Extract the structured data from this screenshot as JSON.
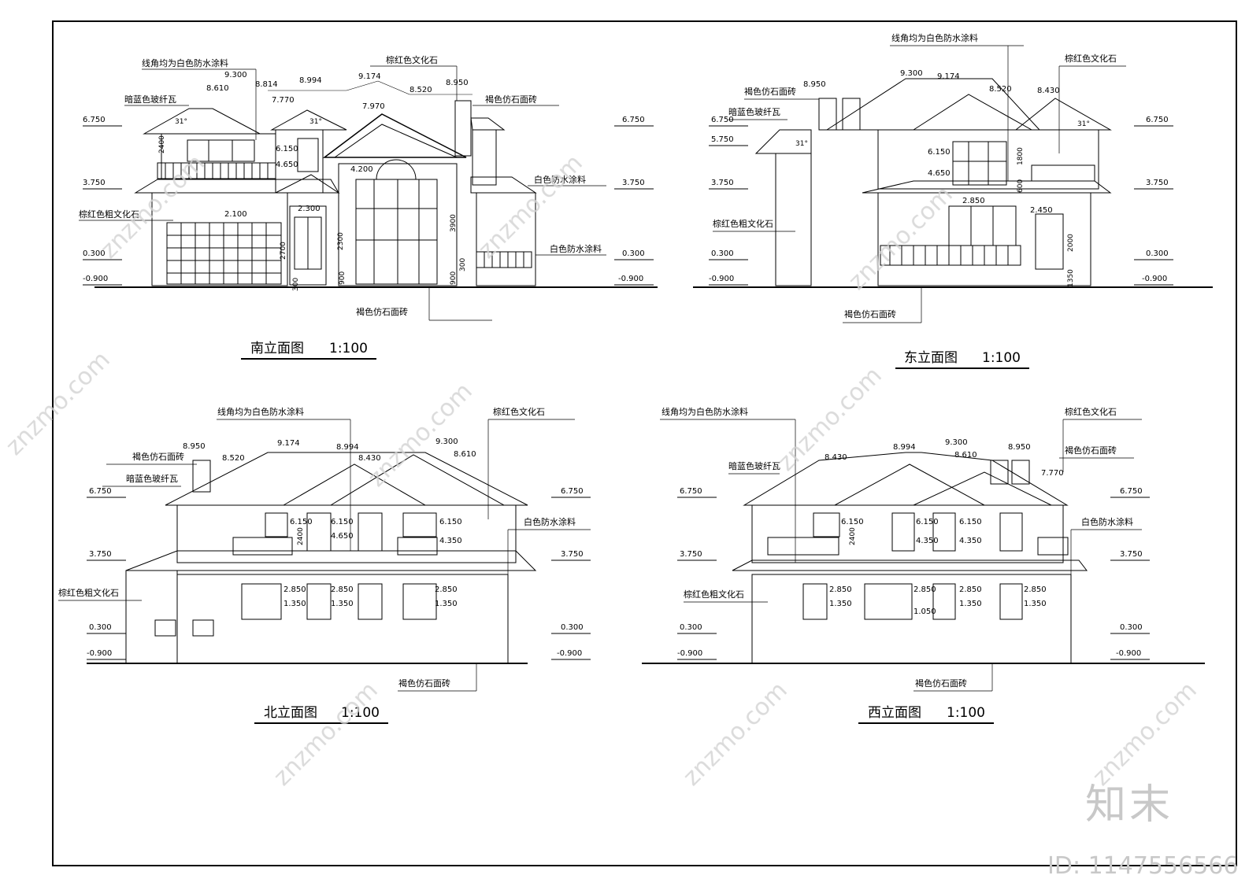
{
  "views": {
    "south": {
      "title": "南立面图",
      "scale": "1:100",
      "levels": [
        "6.750",
        "3.750",
        "0.300",
        "-0.900"
      ],
      "tops": [
        "9.300",
        "8.610",
        "8.814",
        "7.770",
        "8.994",
        "9.174",
        "7.970",
        "8.520",
        "8.950"
      ],
      "inner": [
        "6.150",
        "4.650",
        "4.200",
        "2.100",
        "2.300"
      ],
      "dims": [
        "2400",
        "2700",
        "2300",
        "3900",
        "900",
        "300",
        "300",
        "900"
      ],
      "angle": "31°",
      "notes": {
        "trim": "线角均为白色防水涂料",
        "tile": "暗蓝色玻纤瓦",
        "stone_top": "棕红色文化石",
        "brick_top": "褐色仿石面砖",
        "paint1": "白色防水涂料",
        "rough_stone": "棕红色粗文化石",
        "paint2": "白色防水涂料",
        "brick_bottom": "褐色仿石面砖"
      }
    },
    "east": {
      "title": "东立面图",
      "scale": "1:100",
      "levels": [
        "6.750",
        "5.750",
        "3.750",
        "0.300",
        "-0.900"
      ],
      "levels_right": [
        "6.750",
        "3.750",
        "0.300",
        "-0.900"
      ],
      "tops": [
        "8.950",
        "9.300",
        "9.174",
        "8.520",
        "8.430"
      ],
      "inner": [
        "6.150",
        "4.650",
        "2.850",
        "2.450"
      ],
      "dims": [
        "1800",
        "600",
        "2000",
        "1350"
      ],
      "angle_left": "31°",
      "angle_right": "31°",
      "notes": {
        "trim": "线角均为白色防水涂料",
        "brick": "褐色仿石面砖",
        "tile": "暗蓝色玻纤瓦",
        "stone": "棕红色文化石",
        "rough_stone": "棕红色粗文化石",
        "brick_bottom": "褐色仿石面砖"
      }
    },
    "north": {
      "title": "北立面图",
      "scale": "1:100",
      "levels": [
        "6.750",
        "3.750",
        "0.300",
        "-0.900"
      ],
      "tops": [
        "8.950",
        "8.520",
        "9.174",
        "8.994",
        "8.430",
        "9.300",
        "8.610"
      ],
      "inner": [
        "6.150",
        "6.150",
        "6.150",
        "4.650",
        "4.350",
        "2.850",
        "2.850",
        "2.850",
        "1.350",
        "1.350",
        "1.350"
      ],
      "dims": [
        "2400"
      ],
      "notes": {
        "trim": "线角均为白色防水涂料",
        "brick": "褐色仿石面砖",
        "tile": "暗蓝色玻纤瓦",
        "stone": "棕红色文化石",
        "paint": "白色防水涂料",
        "rough_stone": "棕红色粗文化石",
        "brick_bottom": "褐色仿石面砖"
      }
    },
    "west": {
      "title": "西立面图",
      "scale": "1:100",
      "levels": [
        "6.750",
        "3.750",
        "0.300",
        "-0.900"
      ],
      "tops": [
        "8.430",
        "8.994",
        "9.300",
        "8.610",
        "8.950",
        "7.770"
      ],
      "inner": [
        "6.150",
        "6.150",
        "6.150",
        "4.350",
        "4.350",
        "2.850",
        "2.850",
        "2.850",
        "2.850",
        "1.350",
        "1.050",
        "1.350",
        "1.350"
      ],
      "dims": [
        "2400"
      ],
      "notes": {
        "trim": "线角均为白色防水涂料",
        "tile": "暗蓝色玻纤瓦",
        "stone": "棕红色文化石",
        "brick": "褐色仿石面砖",
        "paint": "白色防水涂料",
        "rough_stone": "棕红色粗文化石",
        "brick_bottom": "褐色仿石面砖"
      }
    }
  },
  "watermark": {
    "site": "znzmo.com",
    "brand": "知末",
    "id": "ID: 1147556566"
  }
}
